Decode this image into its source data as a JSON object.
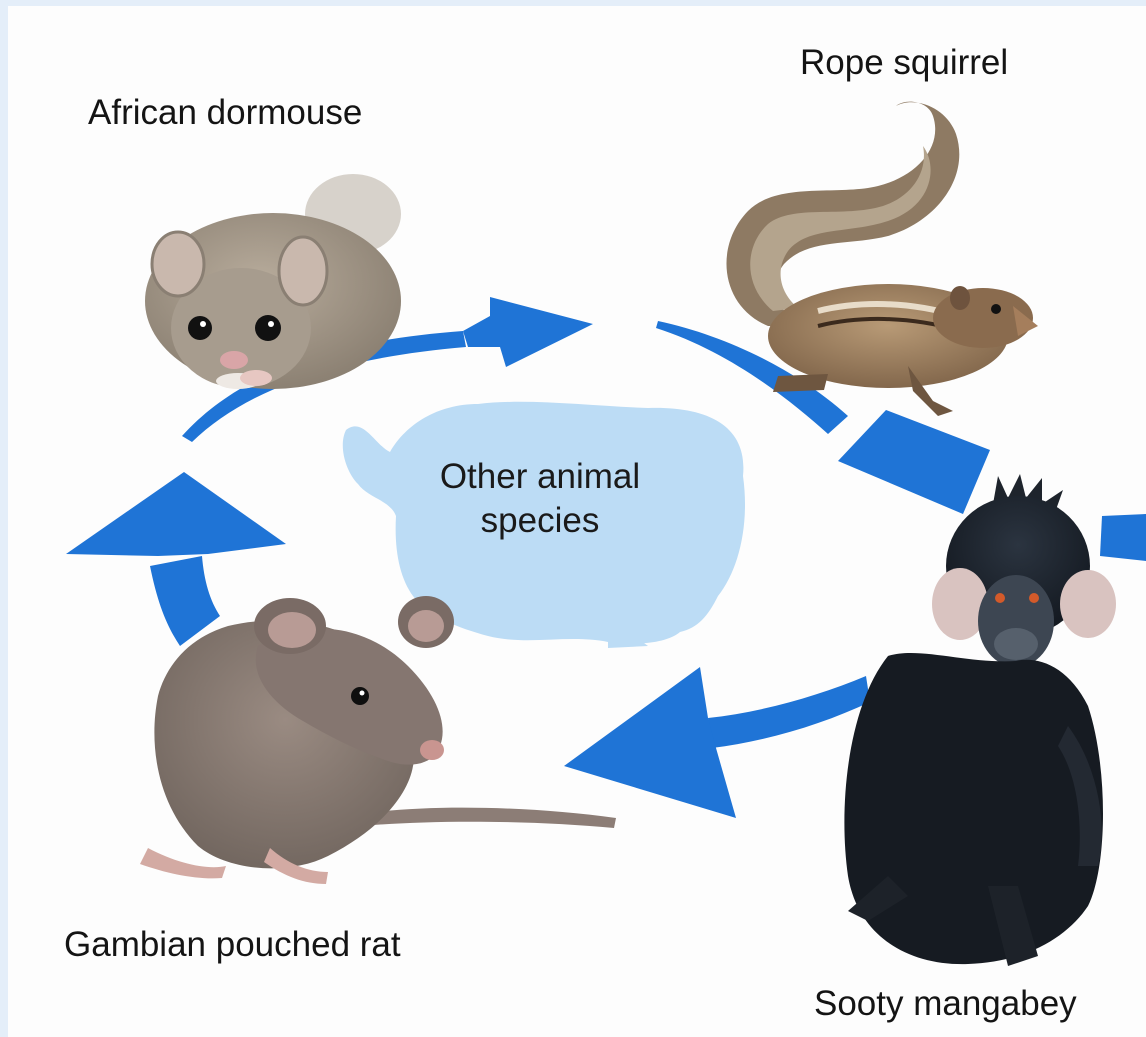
{
  "colors": {
    "arrow": "#1f74d6",
    "silhouette": "#bcdcf5",
    "background": "#fdfdfd",
    "frame": "#e4eef9"
  },
  "nodes": {
    "dormouse": {
      "label": "African dormouse",
      "image": "african-dormouse-photo"
    },
    "squirrel": {
      "label": "Rope squirrel",
      "image": "rope-squirrel-photo"
    },
    "mangabey": {
      "label": "Sooty mangabey",
      "image": "sooty-mangabey-photo"
    },
    "rat": {
      "label": "Gambian pouched rat",
      "image": "gambian-pouched-rat-photo"
    }
  },
  "center": {
    "line1": "Other animal",
    "line2": "species",
    "image": "animal-silhouette"
  }
}
